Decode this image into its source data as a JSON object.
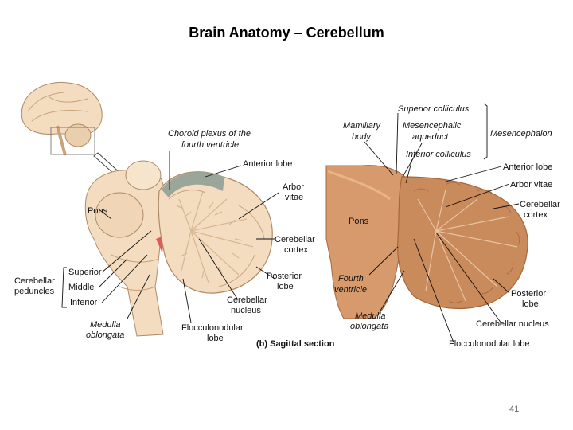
{
  "slide": {
    "title": "Brain Anatomy – Cerebellum",
    "page_number": "41"
  },
  "figure_left": {
    "labels": {
      "choroid_plexus_1": "Choroid plexus of the",
      "choroid_plexus_2": "fourth ventricle",
      "anterior_lobe": "Anterior lobe",
      "arbor_vitae_1": "Arbor",
      "arbor_vitae_2": "vitae",
      "pons": "Pons",
      "cerebellar_cortex_1": "Cerebellar",
      "cerebellar_cortex_2": "cortex",
      "cerebellar_peduncles_1": "Cerebellar",
      "cerebellar_peduncles_2": "peduncles",
      "superior": "Superior",
      "middle": "Middle",
      "inferior": "Inferior",
      "posterior_lobe_1": "Posterior",
      "posterior_lobe_2": "lobe",
      "cerebellar_nucleus_1": "Cerebellar",
      "cerebellar_nucleus_2": "nucleus",
      "medulla_oblongata_1": "Medulla",
      "medulla_oblongata_2": "oblongata",
      "flocculonodular_1": "Flocculonodular",
      "flocculonodular_2": "lobe",
      "caption": "(b) Sagittal section"
    }
  },
  "figure_right": {
    "labels": {
      "superior_colliculus": "Superior colliculus",
      "mamillary_body_1": "Mamillary",
      "mamillary_body_2": "body",
      "mesencephalic_aqueduct_1": "Mesencephalic",
      "mesencephalic_aqueduct_2": "aqueduct",
      "inferior_colliculus": "Inferior colliculus",
      "mesencephalon": "Mesencephalon",
      "anterior_lobe": "Anterior lobe",
      "arbor_vitae": "Arbor vitae",
      "cerebellar_cortex_1": "Cerebellar",
      "cerebellar_cortex_2": "cortex",
      "pons": "Pons",
      "fourth_ventricle_1": "Fourth",
      "fourth_ventricle_2": "ventricle",
      "posterior_lobe_1": "Posterior",
      "posterior_lobe_2": "lobe",
      "medulla_oblongata_1": "Medulla",
      "medulla_oblongata_2": "oblongata",
      "cerebellar_nucleus": "Cerebellar nucleus",
      "flocculonodular_lobe": "Flocculonodular lobe"
    }
  },
  "colors": {
    "brain_tissue": "#f3dcc0",
    "brain_dark": "#d9b894",
    "specimen": "#c98a5c",
    "specimen_dark": "#a8663d",
    "cortex_grey": "#9aa69a"
  }
}
